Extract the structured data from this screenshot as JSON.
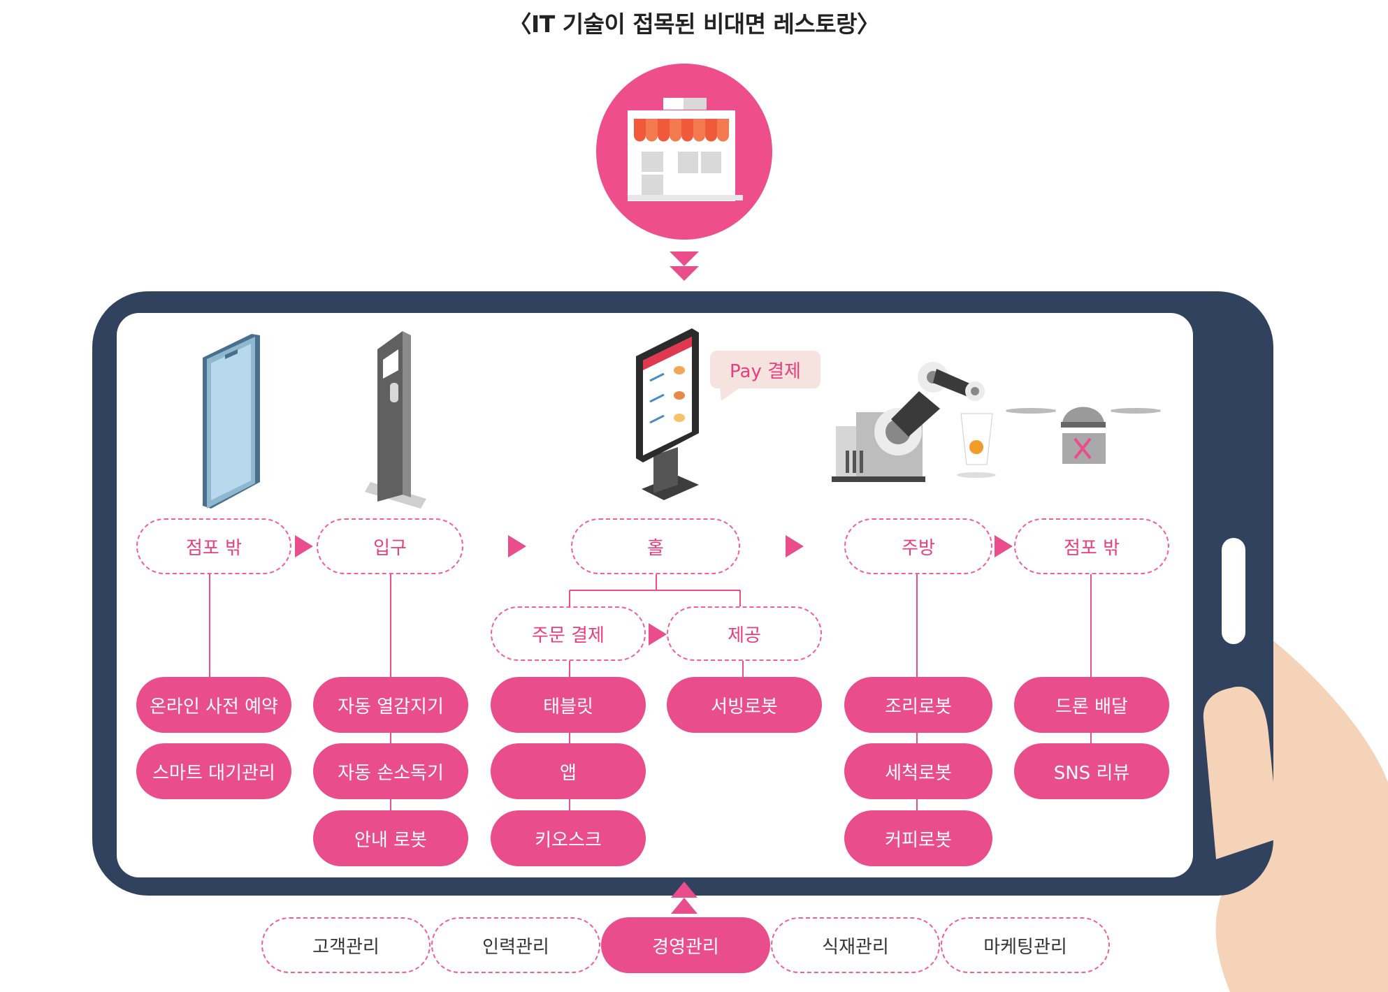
{
  "title": "〈IT 기술이 접목된 비대면 레스토랑〉",
  "pay_bubble": "Pay 결제",
  "stages": {
    "outside_1": "점포 밖",
    "entrance": "입구",
    "hall": "홀",
    "order_pay": "주문 결제",
    "serve": "제공",
    "kitchen": "주방",
    "outside_2": "점포 밖"
  },
  "items": {
    "outside_1": [
      "온라인 사전 예약",
      "스마트 대기관리"
    ],
    "entrance": [
      "자동 열감지기",
      "자동 손소독기",
      "안내 로봇"
    ],
    "order_pay": [
      "태블릿",
      "앱",
      "키오스크"
    ],
    "serve": [
      "서빙로봇"
    ],
    "kitchen": [
      "조리로봇",
      "세척로봇",
      "커피로봇"
    ],
    "outside_2": [
      "드론 배달",
      "SNS 리뷰"
    ]
  },
  "management": [
    "고객관리",
    "인력관리",
    "경영관리",
    "식재관리",
    "마케팅관리"
  ],
  "management_active_index": 2,
  "colors": {
    "pink": "#ea4d8c",
    "pink_circle": "#ee4f8c",
    "navy_frame": "#31425f",
    "skin": "#f4d3b8",
    "bubble": "#f6e2de"
  }
}
